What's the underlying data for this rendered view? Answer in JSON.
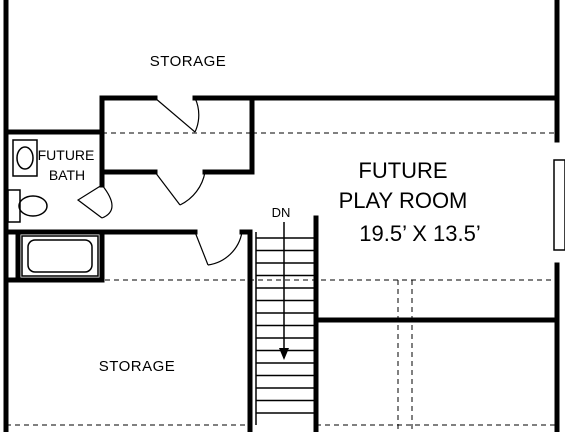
{
  "rooms": {
    "storage_top": "STORAGE",
    "storage_bottom": "STORAGE",
    "play_room_line1": "FUTURE",
    "play_room_line2": "PLAY ROOM",
    "play_room_dims": "19.5’ X 13.5’",
    "bath_line1": "FUTURE",
    "bath_line2": "BATH"
  },
  "stair": {
    "direction_label": "DN"
  },
  "colors": {
    "line": "#000000",
    "background": "#ffffff"
  }
}
